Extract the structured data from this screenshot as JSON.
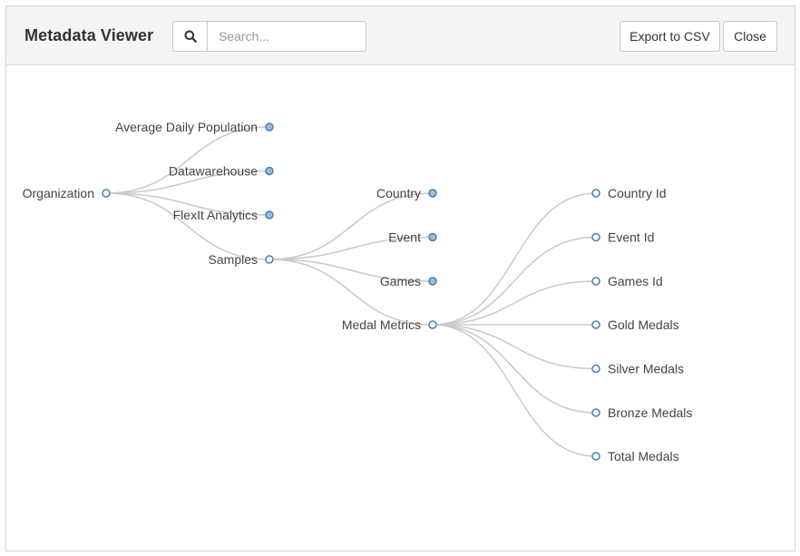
{
  "header": {
    "title": "Metadata Viewer",
    "search_placeholder": "Search...",
    "search_value": "",
    "export_label": "Export to CSV",
    "close_label": "Close"
  },
  "icons": {
    "search": "search-icon"
  },
  "colors": {
    "node_stroke": "#4a7fb0",
    "leaf_fill": "#9dbbd8",
    "link": "#c9c9c9"
  },
  "tree": {
    "name": "Organization",
    "children": [
      {
        "name": "Average Daily Population"
      },
      {
        "name": "Datawarehouse"
      },
      {
        "name": "FlexIt Analytics"
      },
      {
        "name": "Samples",
        "children": [
          {
            "name": "Country"
          },
          {
            "name": "Event"
          },
          {
            "name": "Games"
          },
          {
            "name": "Medal Metrics",
            "children": [
              {
                "name": "Country Id",
                "empty": true
              },
              {
                "name": "Event Id",
                "empty": true
              },
              {
                "name": "Games Id",
                "empty": true
              },
              {
                "name": "Gold Medals",
                "empty": true
              },
              {
                "name": "Silver Medals",
                "empty": true
              },
              {
                "name": "Bronze Medals",
                "empty": true
              },
              {
                "name": "Total Medals",
                "empty": true
              }
            ]
          }
        ]
      }
    ]
  }
}
